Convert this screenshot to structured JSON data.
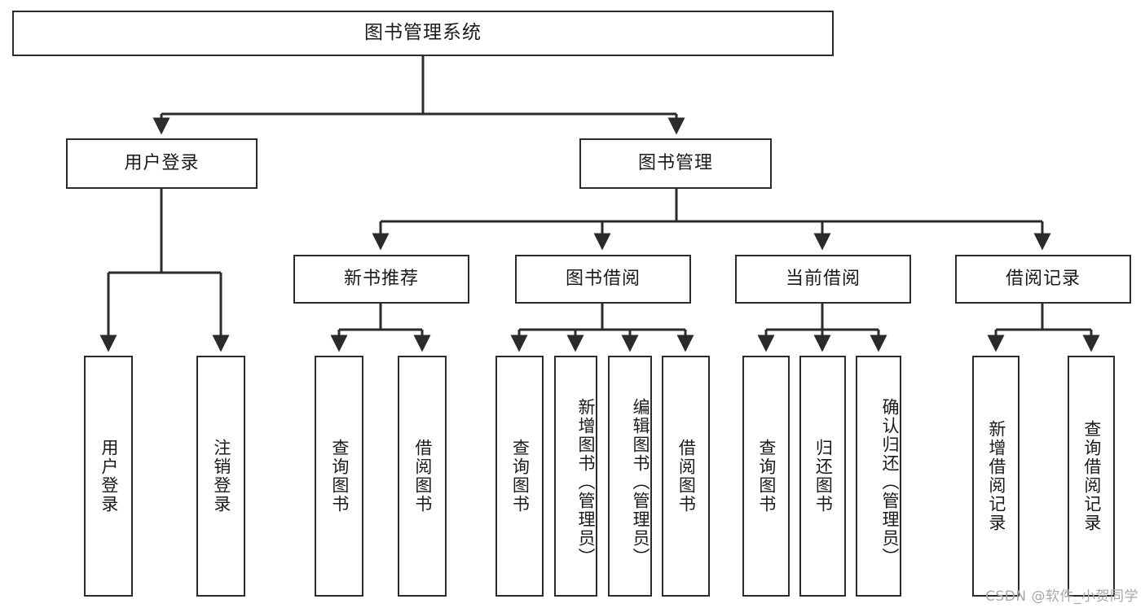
{
  "diagram": {
    "type": "tree-hierarchy",
    "title": "图书管理系统",
    "watermark": "CSDN @软件_小贺同学",
    "colors": {
      "stroke": "#2b2b2b",
      "fill": "#ffffff",
      "text": "#1a1a1a",
      "watermark": "#a8a8a8"
    },
    "levels": {
      "root": {
        "label": "图书管理系统"
      },
      "level2": [
        {
          "id": "login",
          "label": "用户登录"
        },
        {
          "id": "bookmgmt",
          "label": "图书管理"
        }
      ],
      "level3": [
        {
          "id": "newbook",
          "label": "新书推荐",
          "parent": "bookmgmt"
        },
        {
          "id": "borrow",
          "label": "图书借阅",
          "parent": "bookmgmt"
        },
        {
          "id": "current",
          "label": "当前借阅",
          "parent": "bookmgmt"
        },
        {
          "id": "record",
          "label": "借阅记录",
          "parent": "bookmgmt"
        }
      ],
      "leaves": [
        {
          "id": "leaf1",
          "label": "用户登录",
          "parent": "login"
        },
        {
          "id": "leaf2",
          "label": "注销登录",
          "parent": "login"
        },
        {
          "id": "leaf3",
          "label": "查询图书",
          "parent": "newbook"
        },
        {
          "id": "leaf4",
          "label": "借阅图书",
          "parent": "newbook"
        },
        {
          "id": "leaf5",
          "label": "查询图书",
          "parent": "borrow"
        },
        {
          "id": "leaf6",
          "label": "新增图书（管理员）",
          "parent": "borrow"
        },
        {
          "id": "leaf7",
          "label": "编辑图书（管理员）",
          "parent": "borrow"
        },
        {
          "id": "leaf8",
          "label": "借阅图书",
          "parent": "borrow"
        },
        {
          "id": "leaf9",
          "label": "查询图书",
          "parent": "current"
        },
        {
          "id": "leaf10",
          "label": "归还图书",
          "parent": "current"
        },
        {
          "id": "leaf11",
          "label": "确认归还（管理员）",
          "parent": "current"
        },
        {
          "id": "leaf12",
          "label": "新增借阅记录",
          "parent": "record"
        },
        {
          "id": "leaf13",
          "label": "查询借阅记录",
          "parent": "record"
        }
      ]
    }
  }
}
